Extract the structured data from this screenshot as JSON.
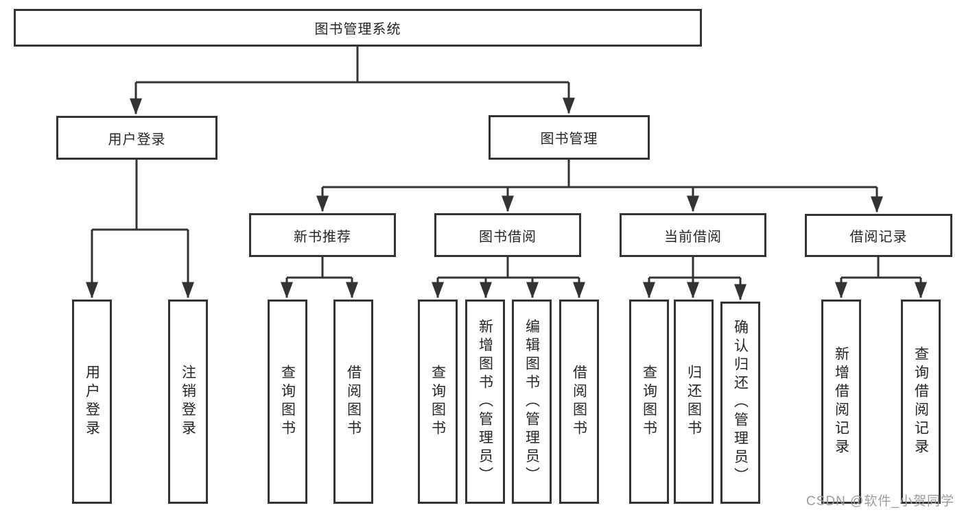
{
  "colors": {
    "line": "#333333",
    "box_border": "#333333",
    "text": "#262626",
    "watermark_text": "#9c9c9c",
    "background": "#ffffff"
  },
  "tree": {
    "label": "图书管理系统",
    "children": [
      {
        "label": "用户登录",
        "children": [
          {
            "label": "用户登录"
          },
          {
            "label": "注销登录"
          }
        ]
      },
      {
        "label": "图书管理",
        "children": [
          {
            "label": "新书推荐",
            "children": [
              {
                "label": "查询图书"
              },
              {
                "label": "借阅图书"
              }
            ]
          },
          {
            "label": "图书借阅",
            "children": [
              {
                "label": "查询图书"
              },
              {
                "label": "新增图书（管理员）"
              },
              {
                "label": "编辑图书（管理员）"
              },
              {
                "label": "借阅图书"
              }
            ]
          },
          {
            "label": "当前借阅",
            "children": [
              {
                "label": "查询图书"
              },
              {
                "label": "归还图书"
              },
              {
                "label": "确认归还（管理员）"
              }
            ]
          },
          {
            "label": "借阅记录",
            "children": [
              {
                "label": "新增借阅记录"
              },
              {
                "label": "查询借阅记录"
              }
            ]
          }
        ]
      }
    ]
  },
  "watermark": "CSDN @软件_小贺同学"
}
